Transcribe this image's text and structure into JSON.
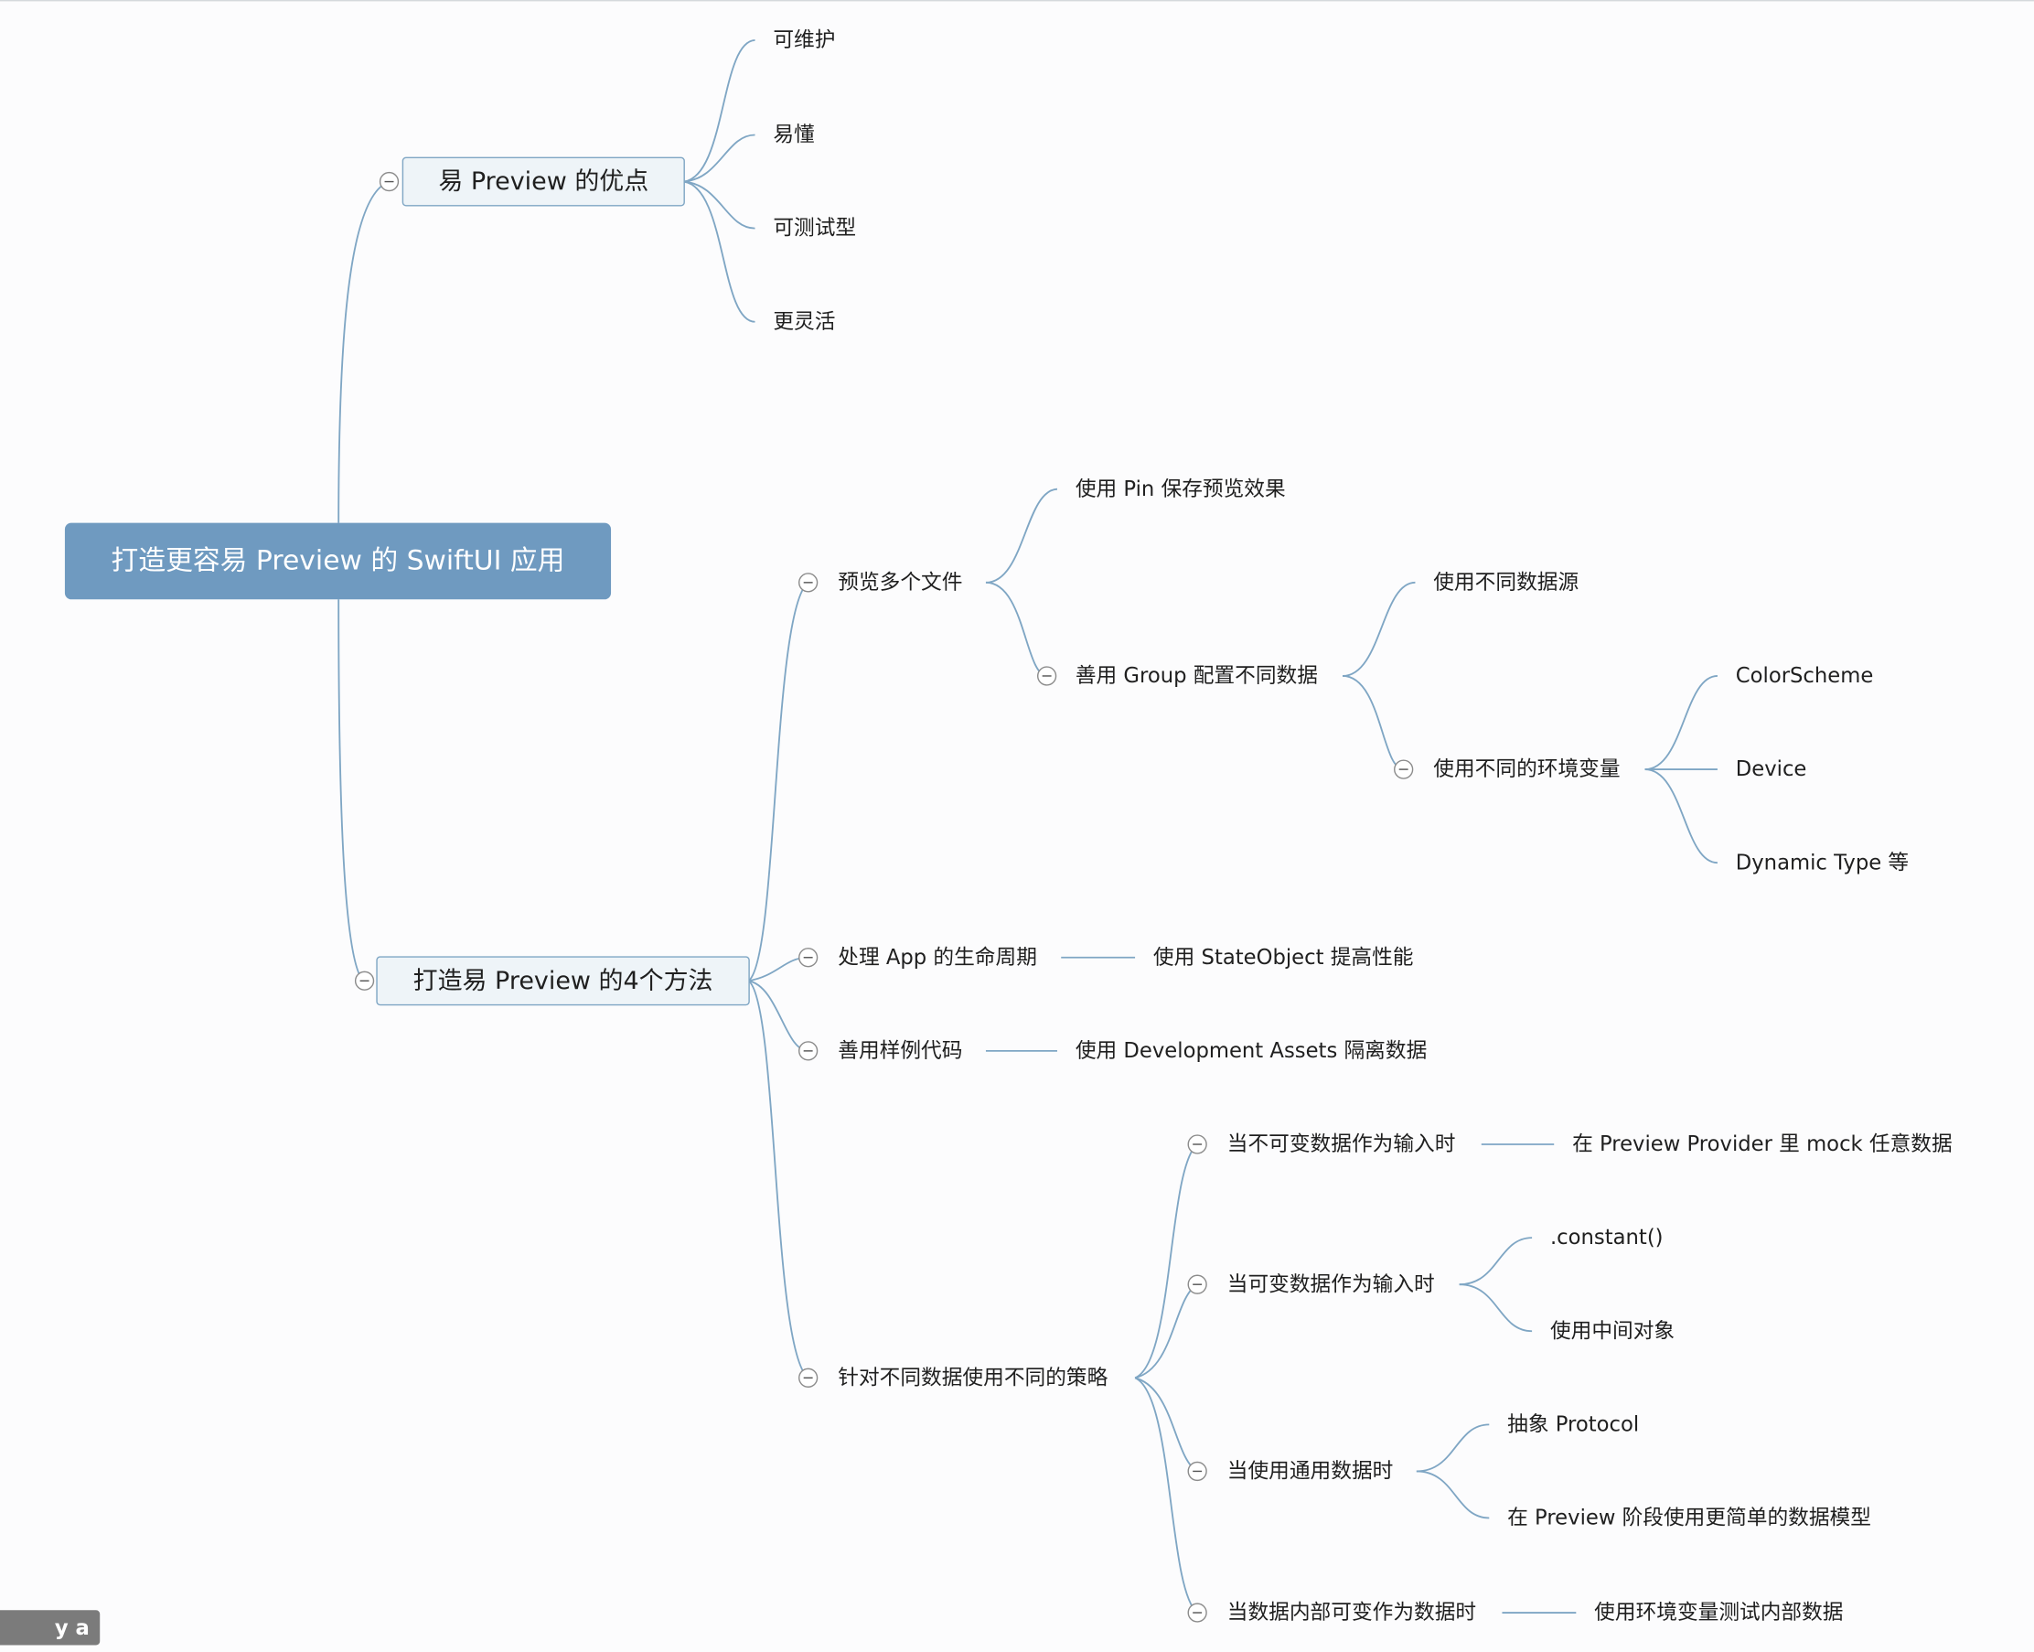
{
  "root": "打造更容易 Preview 的 SwiftUI 应用",
  "branch1": {
    "label": "易 Preview 的优点",
    "children": [
      "可维护",
      "易懂",
      "可测试型",
      "更灵活"
    ]
  },
  "branch2": {
    "label": "打造易 Preview 的4个方法",
    "m1": {
      "label": "预览多个文件",
      "pin": "使用 Pin 保存预览效果",
      "group": {
        "label": "善用 Group 配置不同数据",
        "source": "使用不同数据源",
        "env": {
          "label": "使用不同的环境变量",
          "children": [
            "ColorScheme",
            "Device",
            "Dynamic Type 等"
          ]
        }
      }
    },
    "m2": {
      "label": "处理 App 的生命周期",
      "child": "使用 StateObject 提高性能"
    },
    "m3": {
      "label": "善用样例代码",
      "child": "使用 Development Assets 隔离数据"
    },
    "m4": {
      "label": "针对不同数据使用不同的策略",
      "s1": {
        "label": "当不可变数据作为输入时",
        "child": "在 Preview Provider 里 mock 任意数据"
      },
      "s2": {
        "label": "当可变数据作为输入时",
        "children": [
          ".constant()",
          "使用中间对象"
        ]
      },
      "s3": {
        "label": "当使用通用数据时",
        "children": [
          "抽象 Protocol",
          "在 Preview 阶段使用更简单的数据模型"
        ]
      },
      "s4": {
        "label": "当数据内部可变作为数据时",
        "child": "使用环境变量测试内部数据"
      }
    }
  },
  "menu_hint": "y a menu"
}
